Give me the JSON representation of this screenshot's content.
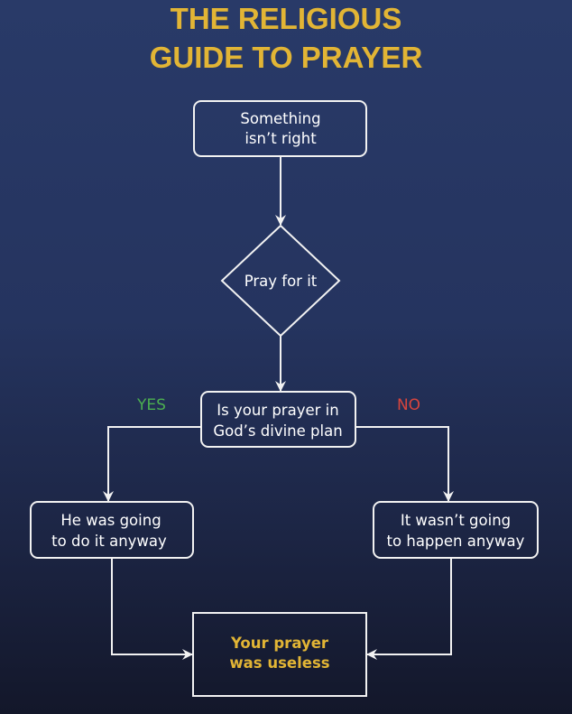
{
  "title": {
    "line1": "THE RELIGIOUS",
    "line2": "GUIDE TO PRAYER"
  },
  "nodes": {
    "start": {
      "line1": "Something",
      "line2": "isn’t right"
    },
    "pray": {
      "label": "Pray for it"
    },
    "question": {
      "line1": "Is your prayer in",
      "line2": "God’s divine plan"
    },
    "yes_result": {
      "line1": "He was going",
      "line2": "to do it anyway"
    },
    "no_result": {
      "line1": "It wasn’t going",
      "line2": "to happen anyway"
    },
    "end": {
      "line1": "Your prayer",
      "line2": "was useless"
    }
  },
  "edges": {
    "yes_label": "YES",
    "no_label": "NO"
  },
  "colors": {
    "title": "#e2b535",
    "yes": "#4caf50",
    "no": "#d9453d"
  }
}
